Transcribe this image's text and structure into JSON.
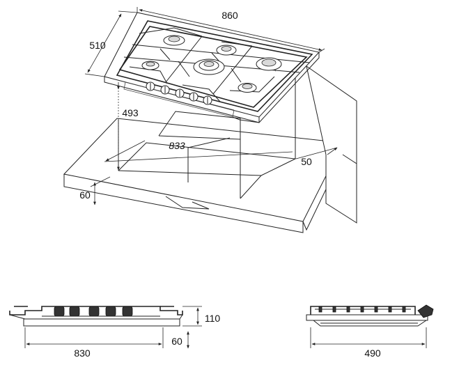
{
  "dimensions": {
    "top_width": "860",
    "top_depth": "510",
    "cutout_depth": "493",
    "cutout_width": "833",
    "rear_clearance": "50",
    "worktop_thickness": "60",
    "front_width": "830",
    "front_height": "110",
    "front_below": "60",
    "side_depth": "490"
  }
}
